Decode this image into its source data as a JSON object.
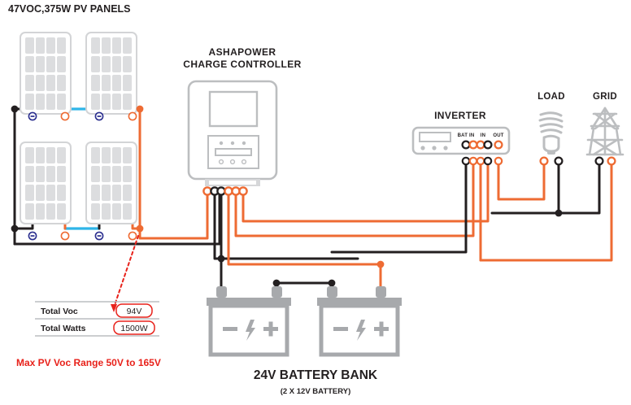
{
  "title": "47VOC,375W PV PANELS",
  "colors": {
    "positive_wire": "#ee6b33",
    "negative_wire": "#231f20",
    "series_jumper": "#2eb5e8",
    "device_gray": "#a7a9ac",
    "panel_cell": "#d9dadb",
    "callout_red": "#e8221b",
    "terminal_negative": "#2b2f8f",
    "terminal_positive": "#ee6b33"
  },
  "devices": {
    "charge_controller": {
      "name": "ASHAPOWER",
      "subtitle": "CHARGE CONTROLLER",
      "terminals": [
        {
          "polarity": "positive",
          "color": "#ee6b33"
        },
        {
          "polarity": "negative",
          "color": "#231f20"
        },
        {
          "polarity": "negative",
          "color": "#231f20"
        },
        {
          "polarity": "positive",
          "color": "#ee6b33"
        },
        {
          "polarity": "positive",
          "color": "#ee6b33"
        },
        {
          "polarity": "positive",
          "color": "#ee6b33"
        }
      ]
    },
    "inverter": {
      "name": "INVERTER",
      "terminal_labels": [
        "BAT IN",
        "IN",
        "OUT"
      ],
      "terminals": [
        {
          "polarity": "negative",
          "color": "#231f20"
        },
        {
          "polarity": "positive",
          "color": "#ee6b33"
        },
        {
          "polarity": "positive",
          "color": "#ee6b33"
        },
        {
          "polarity": "negative",
          "color": "#231f20"
        },
        {
          "polarity": "positive",
          "color": "#ee6b33"
        }
      ]
    },
    "load": {
      "name": "LOAD",
      "icon": "cfl-bulb-icon"
    },
    "grid": {
      "name": "GRID",
      "icon": "transmission-tower-icon"
    },
    "battery_bank": {
      "name": "24V BATTERY BANK",
      "subtitle": "(2 X 12V BATTERY)",
      "count": 2,
      "symbols": [
        "minus",
        "lightning-bolt",
        "plus"
      ]
    },
    "pv_array": {
      "panel_count": 4,
      "rows": 2,
      "cols": 2,
      "cell_rows": 4,
      "cell_cols": 4
    }
  },
  "spec_table": {
    "rows": [
      {
        "label": "Total Voc",
        "value": "94V"
      },
      {
        "label": "Total Watts",
        "value": "1500W"
      }
    ]
  },
  "warning": "Max PV Voc Range 50V to 165V",
  "chart_data": {
    "type": "table",
    "title": "PV array specifications",
    "categories": [
      "Total Voc",
      "Total Watts"
    ],
    "values": [
      94,
      1500
    ],
    "units": [
      "V",
      "W"
    ],
    "annotations": [
      "Max PV Voc Range 50V to 165V",
      "47VOC,375W PV PANELS"
    ]
  }
}
